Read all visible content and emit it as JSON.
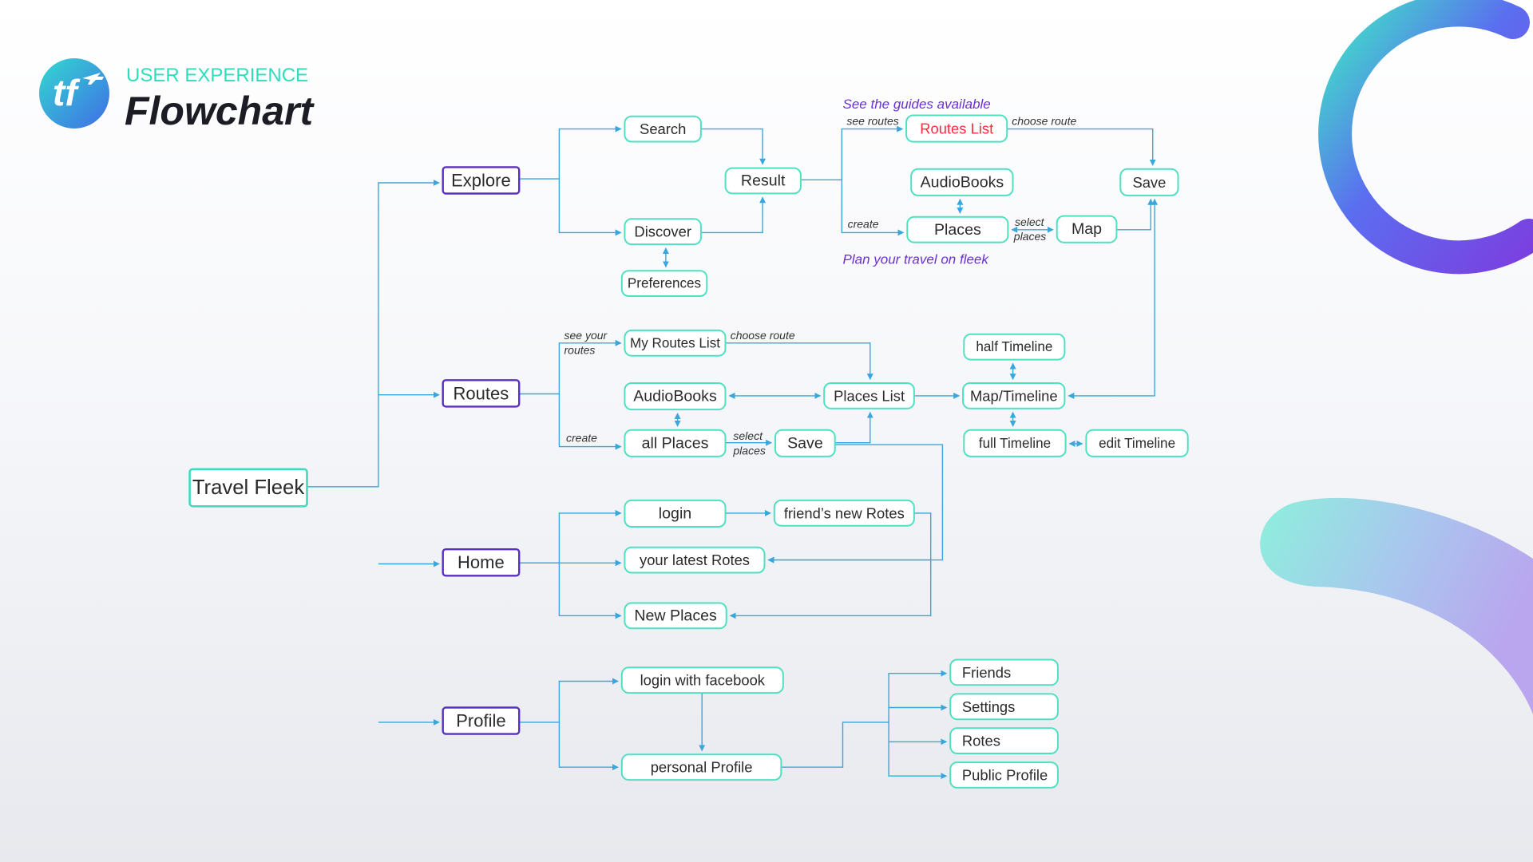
{
  "header": {
    "eyebrow": "USER EXPERIENCE",
    "title": "Flowchart",
    "logo_mark": "tf",
    "logo_icon": "airplane-icon"
  },
  "colors": {
    "teal": "#4fe0c2",
    "purple": "#5a2fc4",
    "connector": "#3aa7dc",
    "highlight_text": "#ff2a3d",
    "note_text": "#6a2fd6",
    "eyebrow": "#2fdcbd"
  },
  "notes": [
    {
      "id": "guides",
      "text": "See the guides available"
    },
    {
      "id": "plan",
      "text": "Plan your travel on fleek"
    }
  ],
  "nodes": [
    {
      "id": "travel-fleek",
      "label": "Travel Fleek",
      "kind": "root"
    },
    {
      "id": "explore",
      "label": "Explore",
      "kind": "section"
    },
    {
      "id": "routes",
      "label": "Routes",
      "kind": "section"
    },
    {
      "id": "home",
      "label": "Home",
      "kind": "section"
    },
    {
      "id": "profile",
      "label": "Profile",
      "kind": "section"
    },
    {
      "id": "search",
      "label": "Search"
    },
    {
      "id": "discover",
      "label": "Discover"
    },
    {
      "id": "preferences",
      "label": "Preferences"
    },
    {
      "id": "result",
      "label": "Result"
    },
    {
      "id": "routes-list",
      "label": "Routes List",
      "highlight": true
    },
    {
      "id": "audiobooks-explore",
      "label": "AudioBooks"
    },
    {
      "id": "places-explore",
      "label": "Places"
    },
    {
      "id": "map",
      "label": "Map"
    },
    {
      "id": "save-explore",
      "label": "Save"
    },
    {
      "id": "my-routes-list",
      "label": "My Routes List"
    },
    {
      "id": "audiobooks-routes",
      "label": "AudioBooks"
    },
    {
      "id": "all-places",
      "label": "all Places"
    },
    {
      "id": "save-routes",
      "label": "Save"
    },
    {
      "id": "places-list",
      "label": "Places List"
    },
    {
      "id": "map-timeline",
      "label": "Map/Timeline"
    },
    {
      "id": "half-timeline",
      "label": "half Timeline"
    },
    {
      "id": "full-timeline",
      "label": "full Timeline"
    },
    {
      "id": "edit-timeline",
      "label": "edit Timeline"
    },
    {
      "id": "login",
      "label": "login"
    },
    {
      "id": "friends-new-rotes",
      "label": "friend’s new Rotes"
    },
    {
      "id": "latest-rotes",
      "label": "your latest Rotes"
    },
    {
      "id": "new-places",
      "label": "New Places"
    },
    {
      "id": "login-facebook",
      "label": "login with facebook"
    },
    {
      "id": "personal-profile",
      "label": "personal Profile"
    },
    {
      "id": "friends",
      "label": "Friends"
    },
    {
      "id": "settings",
      "label": "Settings"
    },
    {
      "id": "rotes",
      "label": "Rotes"
    },
    {
      "id": "public-profile",
      "label": "Public Profile"
    }
  ],
  "edges": [
    {
      "id": "root-explore",
      "from": "travel-fleek",
      "to": "explore"
    },
    {
      "id": "root-routes",
      "from": "travel-fleek",
      "to": "routes"
    },
    {
      "id": "root-home",
      "from": "travel-fleek",
      "to": "home"
    },
    {
      "id": "root-profile",
      "from": "travel-fleek",
      "to": "profile"
    },
    {
      "id": "explore-search",
      "from": "explore",
      "to": "search"
    },
    {
      "id": "explore-discover",
      "from": "explore",
      "to": "discover"
    },
    {
      "id": "search-result",
      "from": "search",
      "to": "result"
    },
    {
      "id": "discover-result",
      "from": "discover",
      "to": "result"
    },
    {
      "id": "discover-preferences",
      "from": "discover",
      "to": "preferences",
      "bidirectional": true
    },
    {
      "id": "result-routes-list",
      "from": "result",
      "to": "routes-list",
      "label": "see routes"
    },
    {
      "id": "result-places",
      "from": "result",
      "to": "places-explore",
      "label": "create"
    },
    {
      "id": "routes-list-save",
      "from": "routes-list",
      "to": "save-explore",
      "label": "choose route"
    },
    {
      "id": "places-audiobooks",
      "from": "places-explore",
      "to": "audiobooks-explore",
      "bidirectional": true
    },
    {
      "id": "places-map",
      "from": "places-explore",
      "to": "map",
      "label": "select places",
      "bidirectional": true
    },
    {
      "id": "map-save",
      "from": "map",
      "to": "save-explore"
    },
    {
      "id": "save-map-timeline",
      "from": "save-explore",
      "to": "map-timeline",
      "bidirectional": true
    },
    {
      "id": "routes-my-routes",
      "from": "routes",
      "to": "my-routes-list",
      "label": "see your routes"
    },
    {
      "id": "routes-all-places",
      "from": "routes",
      "to": "all-places",
      "label": "create"
    },
    {
      "id": "my-routes-places-list",
      "from": "my-routes-list",
      "to": "places-list",
      "label": "choose route"
    },
    {
      "id": "places-list-audiobooks",
      "from": "places-list",
      "to": "audiobooks-routes",
      "bidirectional": true
    },
    {
      "id": "audiobooks-all-places",
      "from": "audiobooks-routes",
      "to": "all-places",
      "bidirectional": true
    },
    {
      "id": "all-places-save",
      "from": "all-places",
      "to": "save-routes",
      "label": "select places"
    },
    {
      "id": "save-places-list",
      "from": "save-routes",
      "to": "places-list"
    },
    {
      "id": "places-list-map-timeline",
      "from": "places-list",
      "to": "map-timeline"
    },
    {
      "id": "map-timeline-half",
      "from": "map-timeline",
      "to": "half-timeline",
      "bidirectional": true
    },
    {
      "id": "map-timeline-full",
      "from": "map-timeline",
      "to": "full-timeline",
      "bidirectional": true
    },
    {
      "id": "full-edit-timeline",
      "from": "full-timeline",
      "to": "edit-timeline",
      "bidirectional": true
    },
    {
      "id": "save-latest-rotes",
      "from": "save-routes",
      "to": "latest-rotes"
    },
    {
      "id": "home-login",
      "from": "home",
      "to": "login"
    },
    {
      "id": "home-latest",
      "from": "home",
      "to": "latest-rotes"
    },
    {
      "id": "home-new-places",
      "from": "home",
      "to": "new-places"
    },
    {
      "id": "login-friends-rotes",
      "from": "login",
      "to": "friends-new-rotes"
    },
    {
      "id": "friends-rotes-latest",
      "from": "friends-new-rotes",
      "to": "latest-rotes"
    },
    {
      "id": "friends-rotes-new-places",
      "from": "friends-new-rotes",
      "to": "new-places"
    },
    {
      "id": "profile-login-facebook",
      "from": "profile",
      "to": "login-facebook"
    },
    {
      "id": "profile-personal",
      "from": "profile",
      "to": "personal-profile"
    },
    {
      "id": "login-facebook-personal",
      "from": "login-facebook",
      "to": "personal-profile"
    },
    {
      "id": "personal-friends",
      "from": "personal-profile",
      "to": "friends"
    },
    {
      "id": "personal-settings",
      "from": "personal-profile",
      "to": "settings"
    },
    {
      "id": "personal-rotes",
      "from": "personal-profile",
      "to": "rotes"
    },
    {
      "id": "personal-public",
      "from": "personal-profile",
      "to": "public-profile"
    }
  ]
}
